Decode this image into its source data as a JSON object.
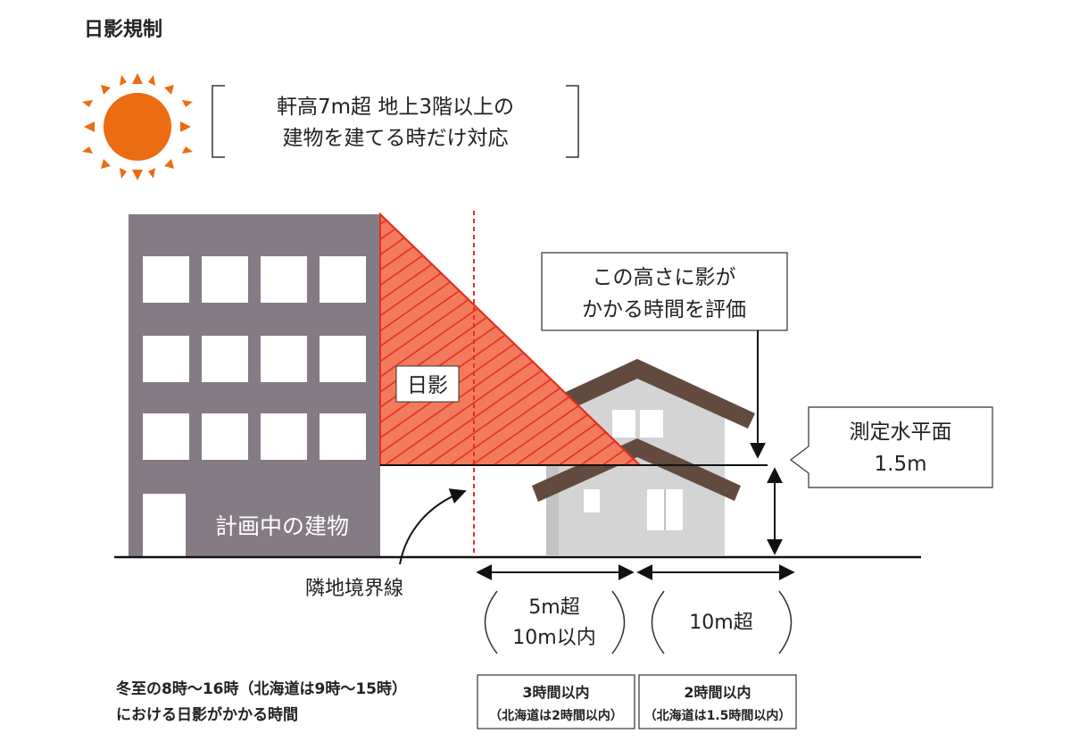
{
  "title": "日影規制",
  "condition": {
    "line1": "軒高7m超 地上3階以上の",
    "line2": "建物を建てる時だけ対応"
  },
  "shadow_label": "日影",
  "planned_building_label": "計画中の建物",
  "boundary_label": "隣地境界線",
  "evaluation_callout": {
    "line1": "この高さに影が",
    "line2": "かかる時間を評価"
  },
  "plane_callout": {
    "line1": "測定水平面",
    "line2": "1.5m"
  },
  "ranges": {
    "near": {
      "line1": "5m超",
      "line2": "10m以内"
    },
    "far": {
      "line1": "10m超"
    }
  },
  "time_note": {
    "line1": "冬至の8時〜16時（北海道は9時〜15時）",
    "line2": "における日影がかかる時間"
  },
  "limits": {
    "near": {
      "line1": "3時間以内",
      "line2": "（北海道は2時間以内）"
    },
    "far": {
      "line1": "2時間以内",
      "line2": "（北海道は1.5時間以内）"
    }
  },
  "colors": {
    "sun": "#ec6c12",
    "building": "#847b84",
    "shadow": "#f04a32",
    "roof": "#634a3f",
    "house": "#d4d4d4"
  }
}
